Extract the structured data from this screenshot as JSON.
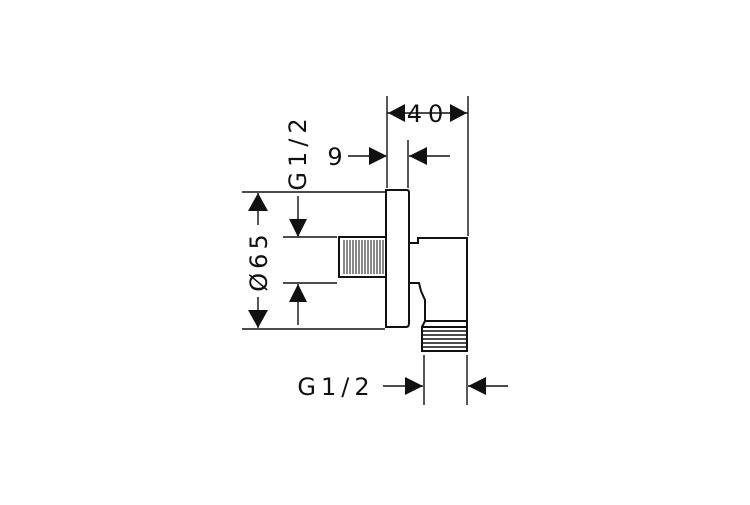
{
  "drawing": {
    "dimensions": {
      "width_40": "40",
      "offset_9": "9",
      "diameter_65": "Ø65",
      "thread_inlet": "G1/2",
      "thread_outlet": "G1/2"
    },
    "colors": {
      "ink": "#111111",
      "background": "#ffffff"
    }
  }
}
